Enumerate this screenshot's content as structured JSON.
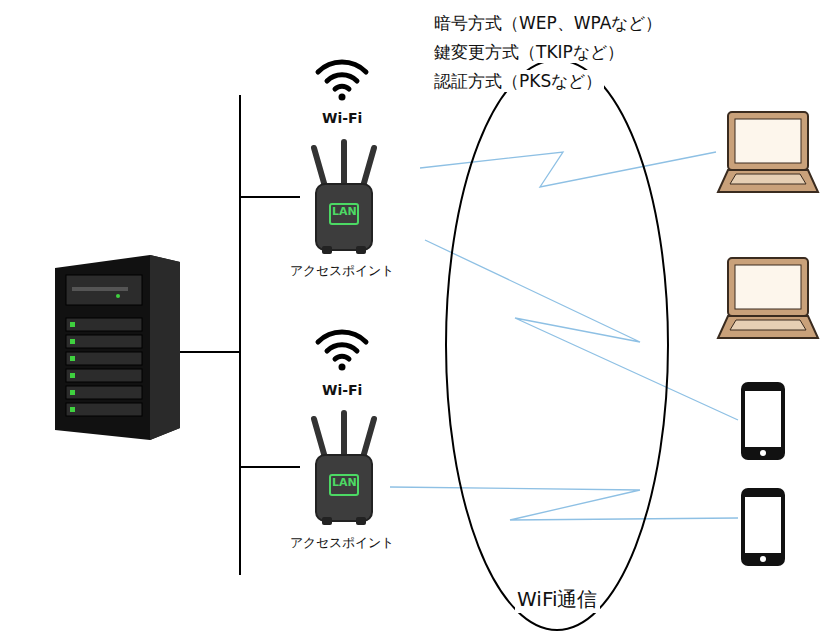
{
  "diagram": {
    "nodes": [
      {
        "text": [
          "Wi-Fi",
          "アクセスポイント"
        ]
      },
      {
        "text": [
          "Wi-Fi",
          "アクセスポイント"
        ]
      },
      {
        "text": [
          "WiFi通信"
        ]
      }
    ],
    "labels": [
      "暗号方式（WEP、WPAなど）",
      "鍵変更方式（TKIPなど）",
      "認証方式（PKSなど）",
      "LAN",
      "LAN"
    ]
  }
}
